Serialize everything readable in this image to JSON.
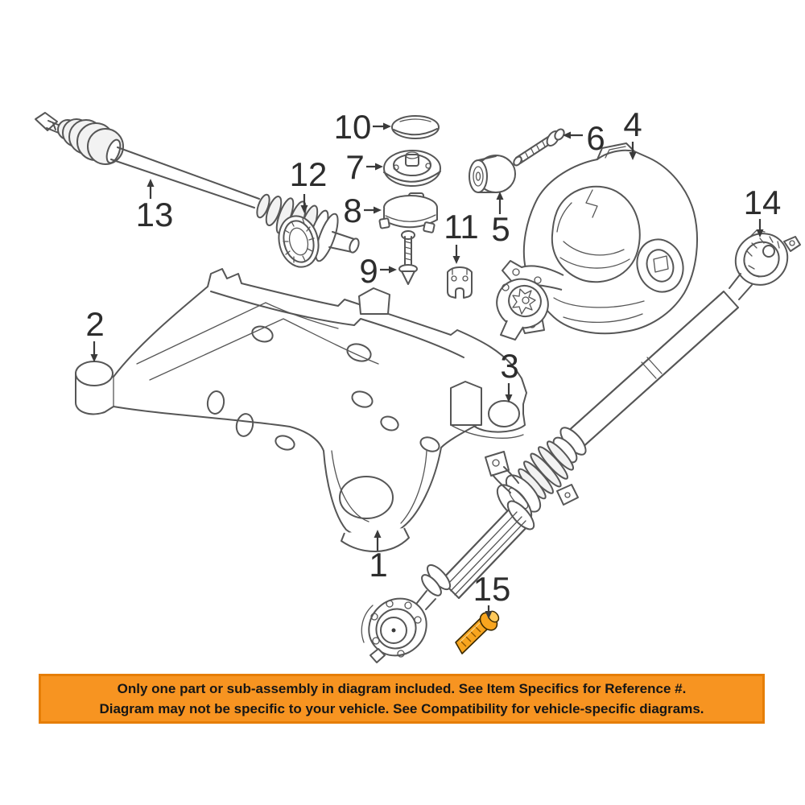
{
  "banner": {
    "line1": "Only one part or sub-assembly in diagram included. See Item Specifics for Reference #.",
    "line2": "Diagram may not be specific to your vehicle. See Compatibility for vehicle-specific diagrams.",
    "background_color": "#F79421",
    "border_color": "#E67E06",
    "text_color": "#161616"
  },
  "diagram": {
    "line_color": "#565656",
    "label_color": "#2D2D2D",
    "highlight_color": "#F8A51E",
    "highlighted_callout": "15",
    "callouts": [
      {
        "label": "1"
      },
      {
        "label": "2"
      },
      {
        "label": "3"
      },
      {
        "label": "4"
      },
      {
        "label": "5"
      },
      {
        "label": "6"
      },
      {
        "label": "7"
      },
      {
        "label": "8"
      },
      {
        "label": "9"
      },
      {
        "label": "10"
      },
      {
        "label": "11"
      },
      {
        "label": "12"
      },
      {
        "label": "13"
      },
      {
        "label": "14"
      },
      {
        "label": "15"
      }
    ]
  }
}
